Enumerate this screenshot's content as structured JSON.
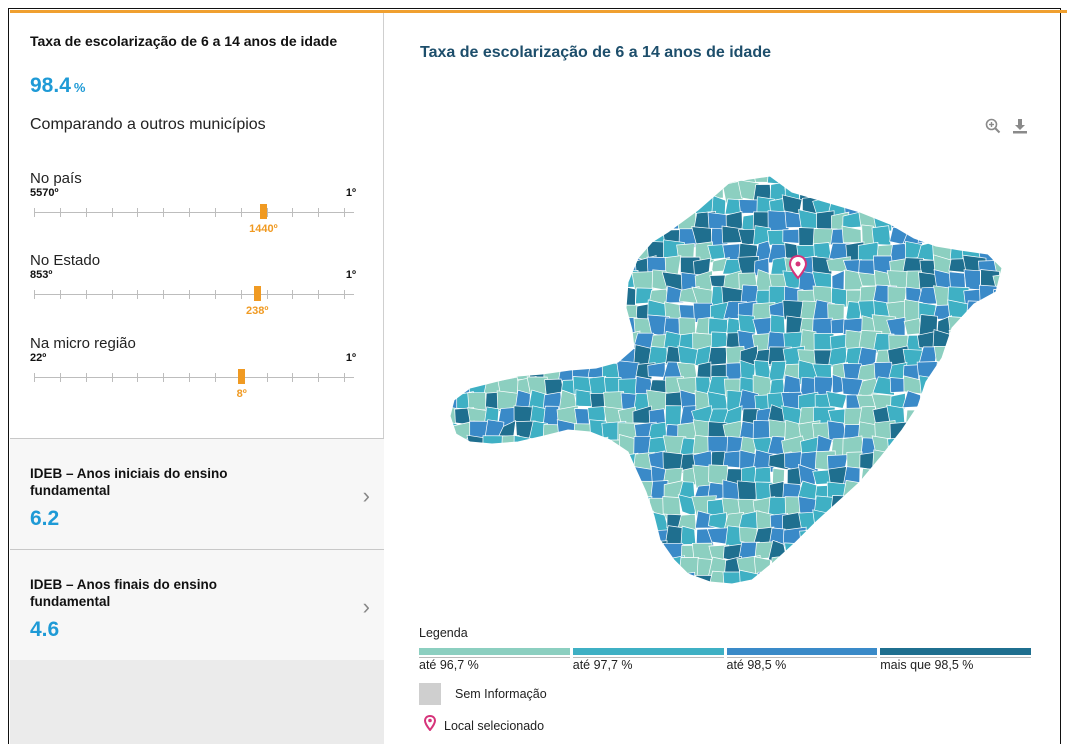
{
  "indicator": {
    "title": "Taxa de escolarização de 6 a 14 anos de idade",
    "value": "98.4",
    "unit": "%"
  },
  "comparison": {
    "title": "Comparando a outros municípios",
    "rankings": [
      {
        "label": "No país",
        "low": "5570º",
        "high": "1º",
        "position": "1440º",
        "fraction": 0.74
      },
      {
        "label": "No Estado",
        "low": "853º",
        "high": "1º",
        "position": "238º",
        "fraction": 0.72
      },
      {
        "label": "Na micro região",
        "low": "22º",
        "high": "1º",
        "position": "8º",
        "fraction": 0.67
      }
    ]
  },
  "cards": [
    {
      "title": "IDEB – Anos iniciais do ensino fundamental",
      "value": "6.2"
    },
    {
      "title": "IDEB – Anos finais do ensino fundamental",
      "value": "4.6"
    }
  ],
  "map": {
    "title": "Taxa de escolarização de 6 a 14 anos de idade",
    "tools": {
      "zoom": "zoom-in-icon",
      "download": "download-icon"
    },
    "colors": {
      "c1": "#8ccfc0",
      "c2": "#3fb0c4",
      "c3": "#3a8ac8",
      "c4": "#1f6f8f"
    }
  },
  "legend": {
    "title": "Legenda",
    "items": [
      {
        "label": "até 96,7 %",
        "color": "#8ccfc0"
      },
      {
        "label": "até 97,7 %",
        "color": "#3fb0c4"
      },
      {
        "label": "até 98,5 %",
        "color": "#3a8ac8"
      },
      {
        "label": "mais que 98,5 %",
        "color": "#1f6f8f"
      }
    ],
    "no_data": "Sem Informação",
    "selected": "Local selecionado"
  }
}
